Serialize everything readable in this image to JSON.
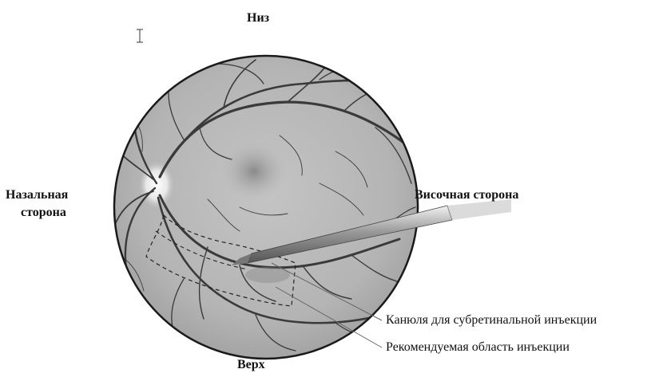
{
  "labels": {
    "top": "Низ",
    "bottom": "Верх",
    "nasal_line1": "Назальная",
    "nasal_line2": "сторона",
    "temporal": "Височная сторона",
    "cannula": "Канюля для субретинальной инъекции",
    "injection_area": "Рекомендуемая область инъекции"
  },
  "icons": {
    "cursor": "text-cursor-icon"
  },
  "colors": {
    "retina": "#b8b8b8",
    "vessel": "#3a3a3a",
    "rim": "#1a1a1a"
  }
}
